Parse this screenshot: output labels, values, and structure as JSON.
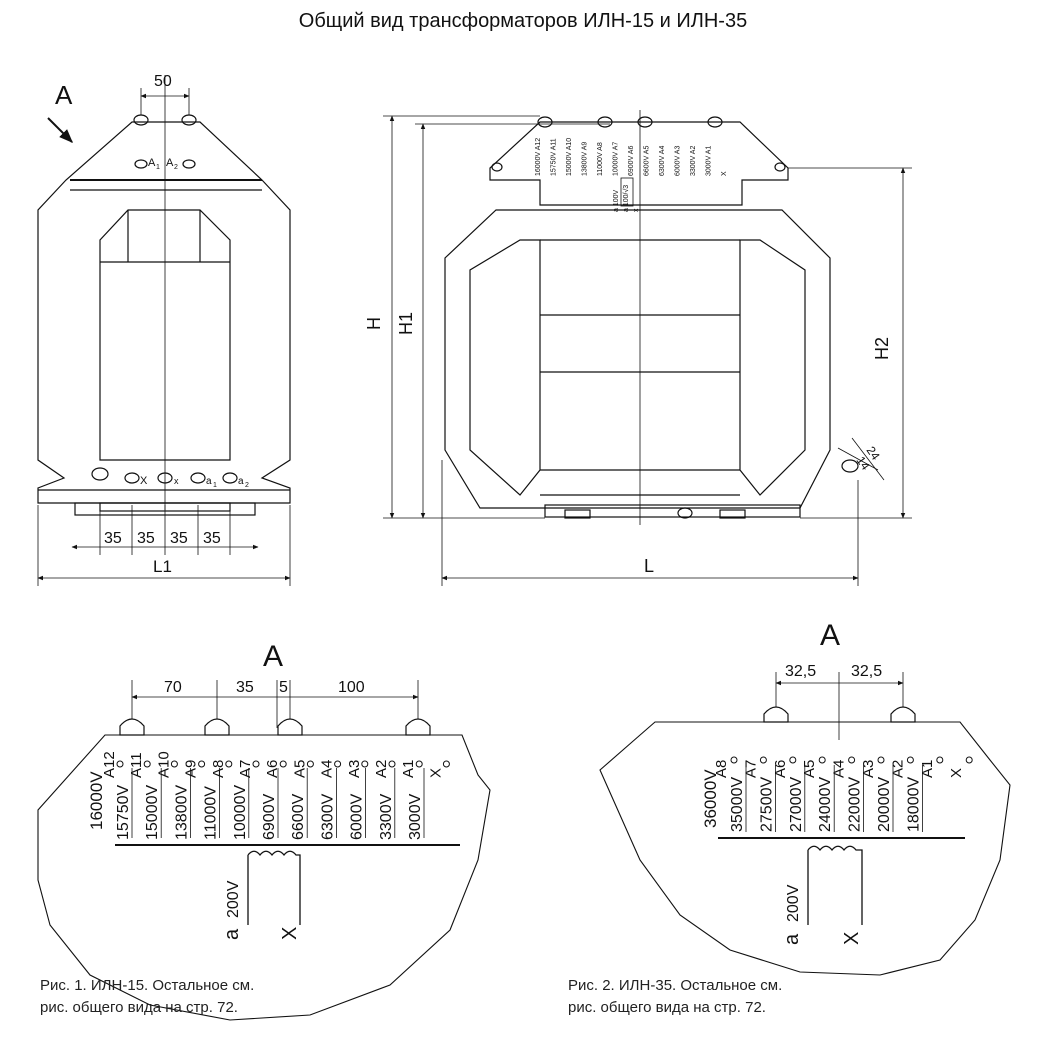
{
  "title": "Общий вид трансформаторов ИЛН-15 и ИЛН-35",
  "views": {
    "side": {
      "arrow_label": "A",
      "dim_top": "50",
      "term_a1": "A",
      "term_a1_sub": "1",
      "term_a2": "A",
      "term_a2_sub": "2",
      "low_X": "X",
      "low_x": "x",
      "low_a1": "a",
      "low_a1_sub": "1",
      "low_a2": "a",
      "low_a2_sub": "2",
      "dims_bottom": [
        "35",
        "35",
        "35",
        "35"
      ],
      "dim_L1": "L1"
    },
    "front": {
      "dim_H": "H",
      "dim_H1": "H1",
      "dim_H2": "H2",
      "dim_L": "L",
      "dim_24": "24",
      "dim_14": "14",
      "small_labels": [
        "16000V A12",
        "15750V A11",
        "15000V A10",
        "13800V A9",
        "11000V A8",
        "10000V A7",
        "6900V A6",
        "6600V A5",
        "6300V A4",
        "6000V A3",
        "3300V A2",
        "3000V A1",
        "X"
      ],
      "aux_labels": [
        "a 100V",
        "a 100/√3",
        "x"
      ]
    }
  },
  "fig1": {
    "view_label": "A",
    "dims": [
      "70",
      "35",
      "5",
      "100"
    ],
    "first_label": "16000V",
    "labels": [
      "15750V",
      "15000V",
      "13800V",
      "11000V",
      "10000V",
      "6900V",
      "6600V",
      "6300V",
      "6000V",
      "3300V",
      "3000V"
    ],
    "terminals": [
      "A12",
      "A11",
      "A10",
      "A9",
      "A8",
      "A7",
      "A6",
      "A5",
      "A4",
      "A3",
      "A2",
      "A1",
      "X"
    ],
    "secondary_a": "a",
    "secondary_v": "200V",
    "secondary_x": "X",
    "caption_line1": "Рис. 1. ИЛН-15. Остальное см.",
    "caption_line2": "рис. общего вида на стр. 72."
  },
  "fig2": {
    "view_label": "A",
    "dims": [
      "32,5",
      "32,5"
    ],
    "first_label": "36000V",
    "labels": [
      "35000V",
      "27500V",
      "27000V",
      "24000V",
      "22000V",
      "20000V",
      "18000V"
    ],
    "terminals": [
      "A8",
      "A7",
      "A6",
      "A5",
      "A4",
      "A3",
      "A2",
      "A1",
      "X"
    ],
    "secondary_a": "a",
    "secondary_v": "200V",
    "secondary_x": "X",
    "caption_line1": "Рис. 2. ИЛН-35. Остальное см.",
    "caption_line2": "рис. общего вида на стр. 72."
  }
}
